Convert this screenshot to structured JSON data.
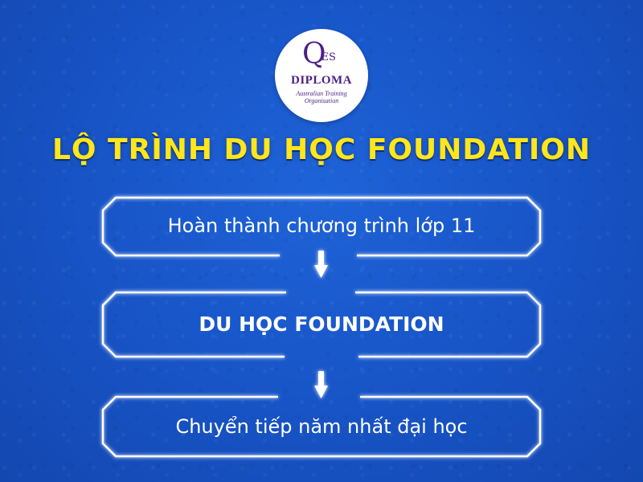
{
  "logo": {
    "mark_letter": "Q",
    "mark_small": "ES",
    "title": "DIPLOMA",
    "subtitle": "Australian Training Organisation"
  },
  "headline": "LỘ TRÌNH DU HỌC FOUNDATION",
  "steps": [
    {
      "label": "Hoàn thành chương trình lớp 11"
    },
    {
      "label": "DU HỌC FOUNDATION"
    },
    {
      "label": "Chuyển tiếp năm nhất đại học"
    }
  ],
  "colors": {
    "background": "#1856c9",
    "headline": "#ffe61a",
    "box_outline": "#ffffff",
    "logo_purple": "#4b1f86"
  },
  "icons": [
    "down-arrow-icon",
    "down-arrow-icon"
  ]
}
